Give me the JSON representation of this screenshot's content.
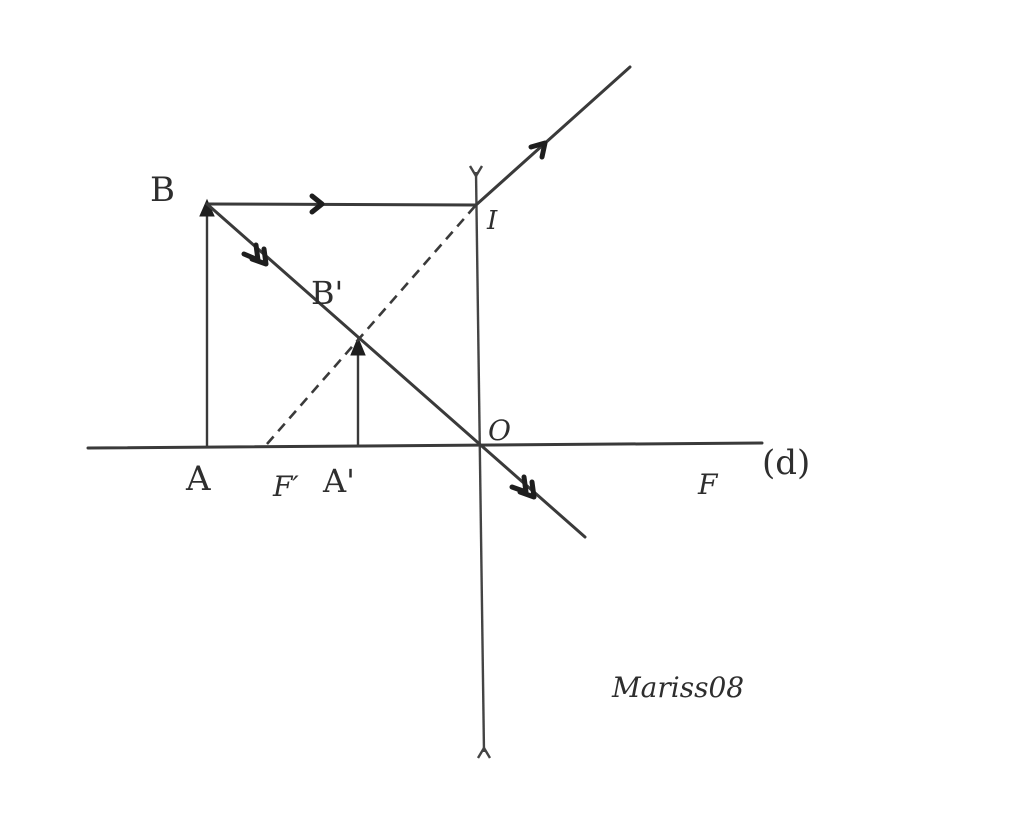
{
  "diagram": {
    "points": {
      "B": "B",
      "A": "A",
      "B_image": "B'",
      "A_image": "A'",
      "I": "I",
      "O": "O",
      "F_prime": "F′",
      "F": "F"
    },
    "axis_label": "(d)",
    "signature": "Mariss08"
  }
}
